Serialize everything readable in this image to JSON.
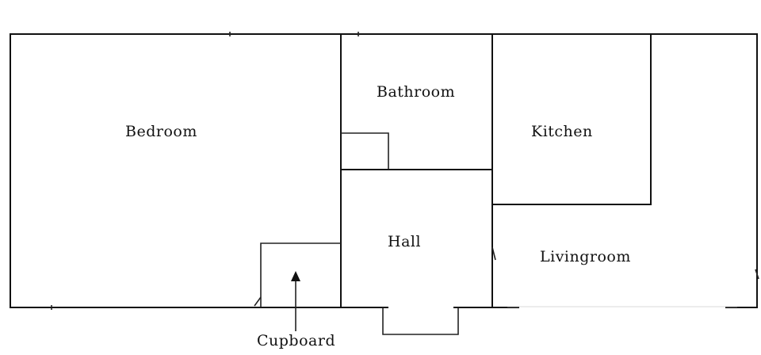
{
  "plan": {
    "rooms": {
      "bedroom": "Bedroom",
      "bathroom": "Bathroom",
      "kitchen": "Kitchen",
      "hall": "Hall",
      "livingroom": "Livingroom"
    },
    "callouts": {
      "cupboard": "Cupboard"
    },
    "colors": {
      "wall": "#111111",
      "background": "#ffffff"
    }
  }
}
